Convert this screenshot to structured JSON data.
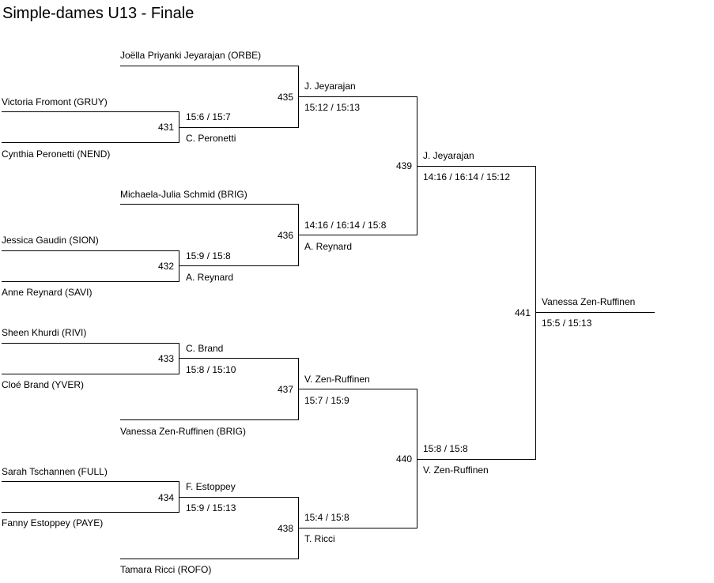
{
  "title": "Simple-dames U13 - Finale",
  "entrants": [
    "Joëlla Priyanki Jeyarajan (ORBE)",
    "Victoria Fromont (GRUY)",
    "Cynthia Peronetti (NEND)",
    "Michaela-Julia Schmid (BRIG)",
    "Jessica Gaudin (SION)",
    "Anne Reynard (SAVI)",
    "Sheen Khurdi (RIVI)",
    "Cloé Brand (YVER)",
    "Vanessa Zen-Ruffinen (BRIG)",
    "Sarah Tschannen (FULL)",
    "Fanny Estoppey (PAYE)",
    "Tamara Ricci (ROFO)"
  ],
  "matches": {
    "m431": {
      "number": "431",
      "winner": "C. Peronetti",
      "score": "15:6 / 15:7"
    },
    "m432": {
      "number": "432",
      "winner": "A. Reynard",
      "score": "15:9 / 15:8"
    },
    "m433": {
      "number": "433",
      "winner": "C. Brand",
      "score": "15:8 / 15:10"
    },
    "m434": {
      "number": "434",
      "winner": "F. Estoppey",
      "score": "15:9 / 15:13"
    },
    "m435": {
      "number": "435",
      "winner": "J. Jeyarajan",
      "score": "15:12 / 15:13"
    },
    "m436": {
      "number": "436",
      "winner": "A. Reynard",
      "score": "14:16 / 16:14 / 15:8"
    },
    "m437": {
      "number": "437",
      "winner": "V. Zen-Ruffinen",
      "score": "15:7 / 15:9"
    },
    "m438": {
      "number": "438",
      "winner": "T. Ricci",
      "score": "15:4 / 15:8"
    },
    "m439": {
      "number": "439",
      "winner": "J. Jeyarajan",
      "score": "14:16 / 16:14 / 15:12"
    },
    "m440": {
      "number": "440",
      "winner": "V. Zen-Ruffinen",
      "score": "15:8 / 15:8"
    },
    "m441": {
      "number": "441",
      "winner": "Vanessa Zen-Ruffinen",
      "score": "15:5 / 15:13"
    }
  }
}
